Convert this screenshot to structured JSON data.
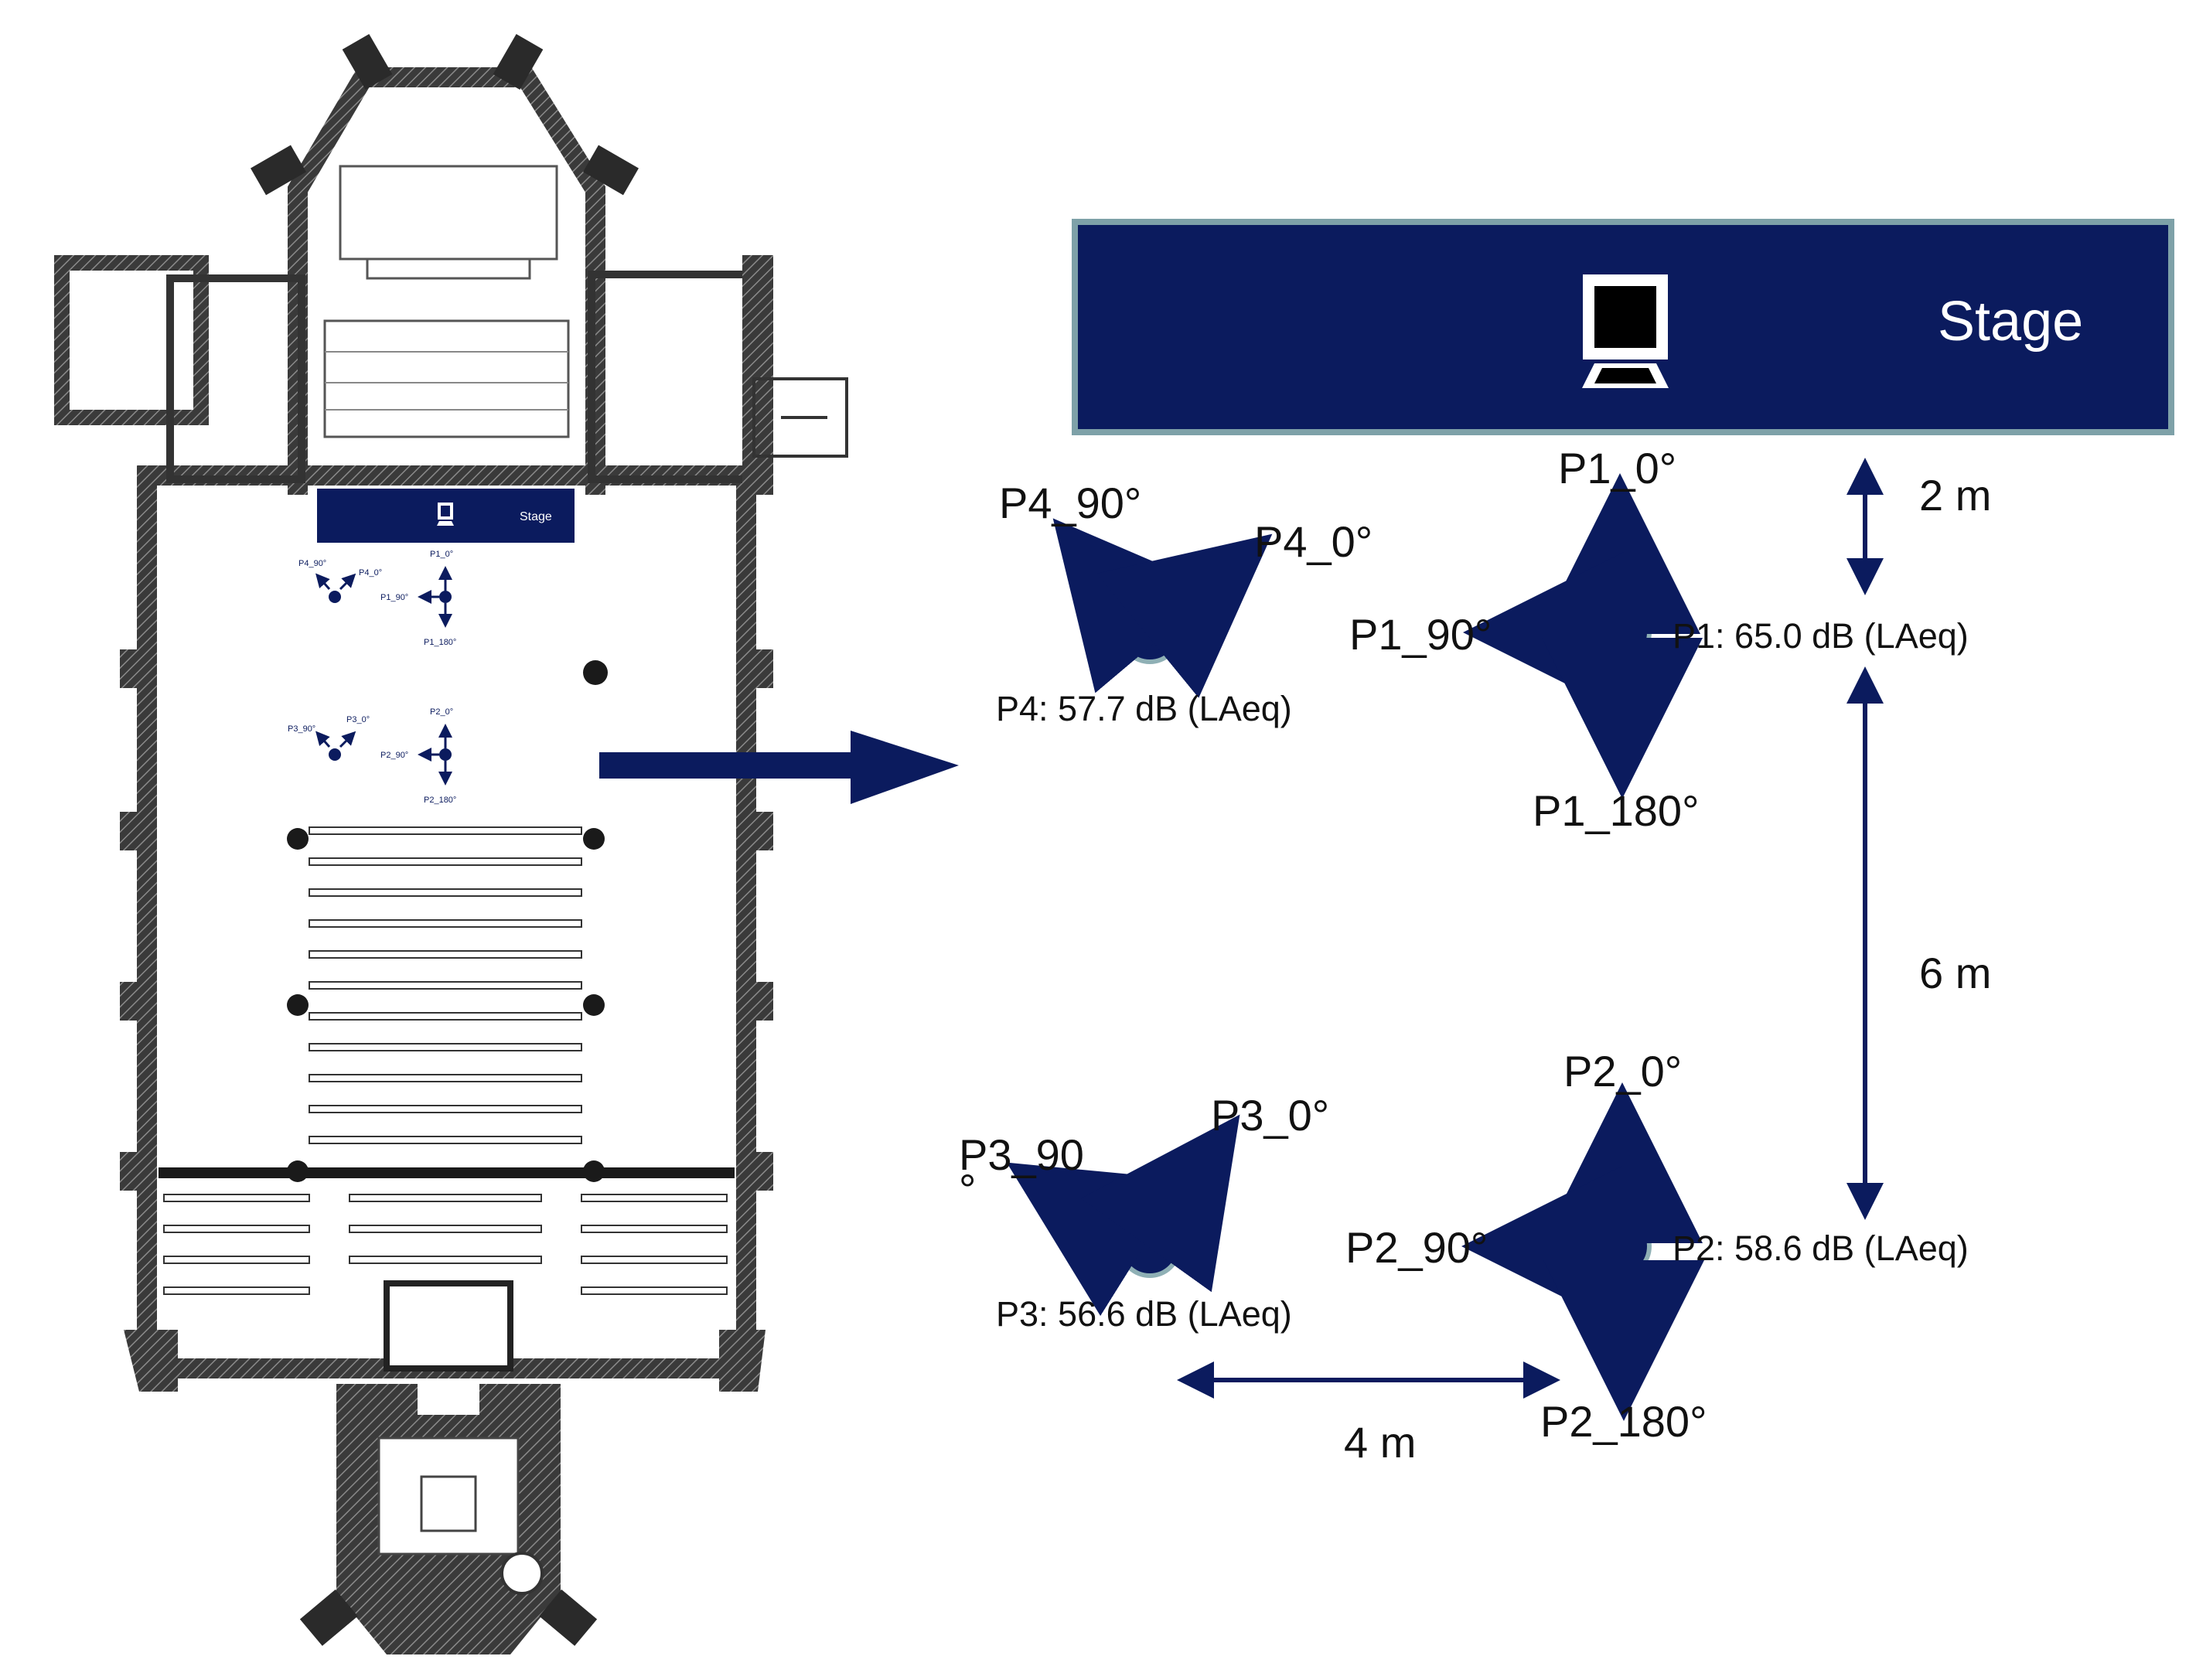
{
  "stage": {
    "label": "Stage",
    "icon": "speaker-icon"
  },
  "plan": {
    "stage_label": "Stage",
    "labels": {
      "p1_0": "P1_0°",
      "p1_90": "P1_90°",
      "p1_180": "P1_180°",
      "p4_90": "P4_90°",
      "p4_0": "P4_0°",
      "p2_0": "P2_0°",
      "p2_90": "P2_90°",
      "p2_180": "P2_180°",
      "p3_90": "P3_90°",
      "p3_0": "P3_0°"
    }
  },
  "points": {
    "p1": {
      "summary": "P1: 65.0 dB (LAeq)",
      "label_0": "P1_0°",
      "label_90": "P1_90°",
      "label_180": "P1_180°"
    },
    "p2": {
      "summary": "P2: 58.6 dB (LAeq)",
      "label_0": "P2_0°",
      "label_90": "P2_90°",
      "label_180": "P2_180°"
    },
    "p3": {
      "summary": "P3: 56.6 dB (LAeq)",
      "label_0": "P3_0°",
      "label_90_line1": "P3_90",
      "label_90_line2": "°"
    },
    "p4": {
      "summary": "P4: 57.7 dB (LAeq)",
      "label_0": "P4_0°",
      "label_90": "P4_90°"
    }
  },
  "dimensions": {
    "stage_to_p1": "2 m",
    "p1_to_p2": "6 m",
    "p3_to_p2": "4 m"
  },
  "colors": {
    "navy": "#0b1b5e",
    "stage_border": "#7ea1a8",
    "marker_ring": "#8fb0b5",
    "wall": "#222222"
  }
}
